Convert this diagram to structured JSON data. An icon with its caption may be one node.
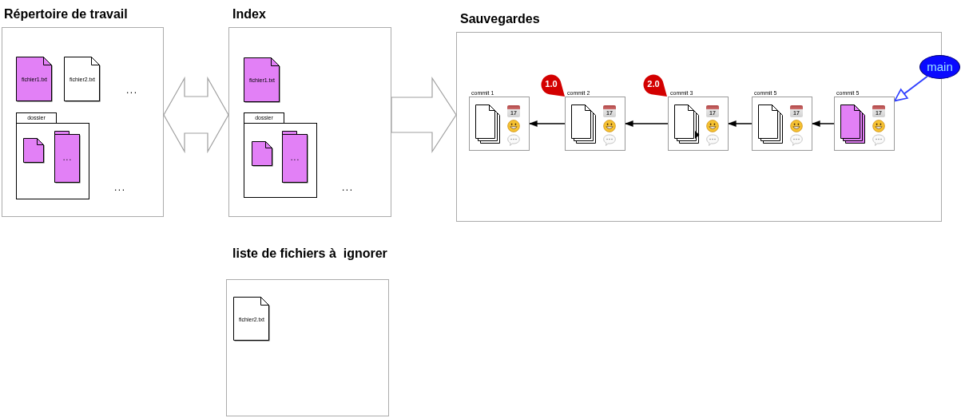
{
  "diagram": {
    "nodes": [
      {
        "text": [
          "Répertoire de travail"
        ]
      },
      {
        "text": [
          "fichier1.txt"
        ],
        "in": 0
      },
      {
        "text": [
          "fichier2.txt"
        ],
        "in": 0
      },
      {
        "text": [
          "dossier"
        ],
        "in": 0
      },
      {
        "text": [],
        "shape": "document",
        "in": 3
      },
      {
        "text": [
          "..."
        ],
        "in": 3
      },
      {
        "text": [
          "Index"
        ]
      },
      {
        "text": [
          "fichier1.txt"
        ],
        "in": 6
      },
      {
        "text": [
          "dossier"
        ],
        "in": 6
      },
      {
        "text": [],
        "shape": "document",
        "in": 8
      },
      {
        "text": [
          "..."
        ],
        "in": 8
      },
      {
        "text": [
          "Sauvegardes"
        ]
      },
      {
        "text": [
          "commit 1",
          "17"
        ],
        "in": 11
      },
      {
        "text": [
          "1.0"
        ],
        "in": 11
      },
      {
        "text": [
          "commit 2",
          "17"
        ],
        "in": 11
      },
      {
        "text": [
          "2.0"
        ],
        "in": 11
      },
      {
        "text": [
          "commit 3",
          "17"
        ],
        "in": 11
      },
      {
        "text": [
          "commit 5",
          "17"
        ],
        "in": 11
      },
      {
        "text": [
          "commit 5",
          "17"
        ],
        "in": 11
      },
      {
        "text": [
          "main"
        ]
      },
      {
        "text": [
          "liste de fichiers à  ignorer"
        ]
      },
      {
        "text": [
          "fichier2.txt"
        ],
        "in": 20
      }
    ],
    "edges": [
      {
        "from": 0,
        "to": 6,
        "arrow": "both",
        "style": "thick",
        "color": "#a0a0a0"
      },
      {
        "from": 6,
        "to": 11,
        "arrow": "to",
        "style": "thick",
        "color": "#a0a0a0"
      },
      {
        "from": 14,
        "to": 12,
        "arrow": "to"
      },
      {
        "from": 16,
        "to": 14,
        "arrow": "to"
      },
      {
        "from": 17,
        "to": 16,
        "arrow": "to"
      },
      {
        "from": 18,
        "to": 17,
        "arrow": "to"
      },
      {
        "from": 19,
        "to": 18,
        "arrow": "to",
        "color": "#3040ff"
      }
    ],
    "labels": [
      "...",
      "...",
      "..."
    ]
  }
}
